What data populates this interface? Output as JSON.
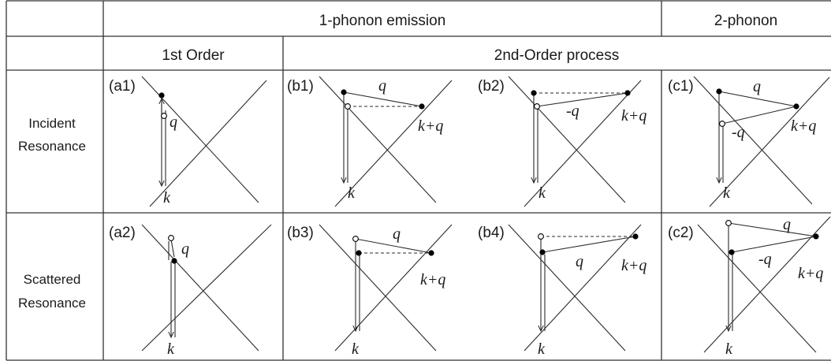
{
  "headers": {
    "top_1phonon": "1-phonon emission",
    "top_2phonon": "2-phonon",
    "sub_1st": "1st Order",
    "sub_2nd": "2nd-Order process"
  },
  "rows": {
    "incident_line1": "Incident",
    "incident_line2": "Resonance",
    "scattered_line1": "Scattered",
    "scattered_line2": "Resonance"
  },
  "panels": {
    "a1": {
      "label": "(a1)",
      "q": "q",
      "k": "k"
    },
    "b1": {
      "label": "(b1)",
      "q": "q",
      "kq": "k+q",
      "k": "k"
    },
    "b2": {
      "label": "(b2)",
      "q": "-q",
      "kq": "k+q",
      "k": "k"
    },
    "c1": {
      "label": "(c1)",
      "q1": "q",
      "q2": "-q",
      "kq": "k+q",
      "k": "k"
    },
    "a2": {
      "label": "(a2)",
      "q": "q",
      "k": "k"
    },
    "b3": {
      "label": "(b3)",
      "q": "q",
      "kq": "k+q",
      "k": "k"
    },
    "b4": {
      "label": "(b4)",
      "q": "q",
      "kq": "k+q",
      "k": "k"
    },
    "c2": {
      "label": "(c2)",
      "q1": "q",
      "q2": "-q",
      "kq": "k+q",
      "k": "k"
    }
  }
}
